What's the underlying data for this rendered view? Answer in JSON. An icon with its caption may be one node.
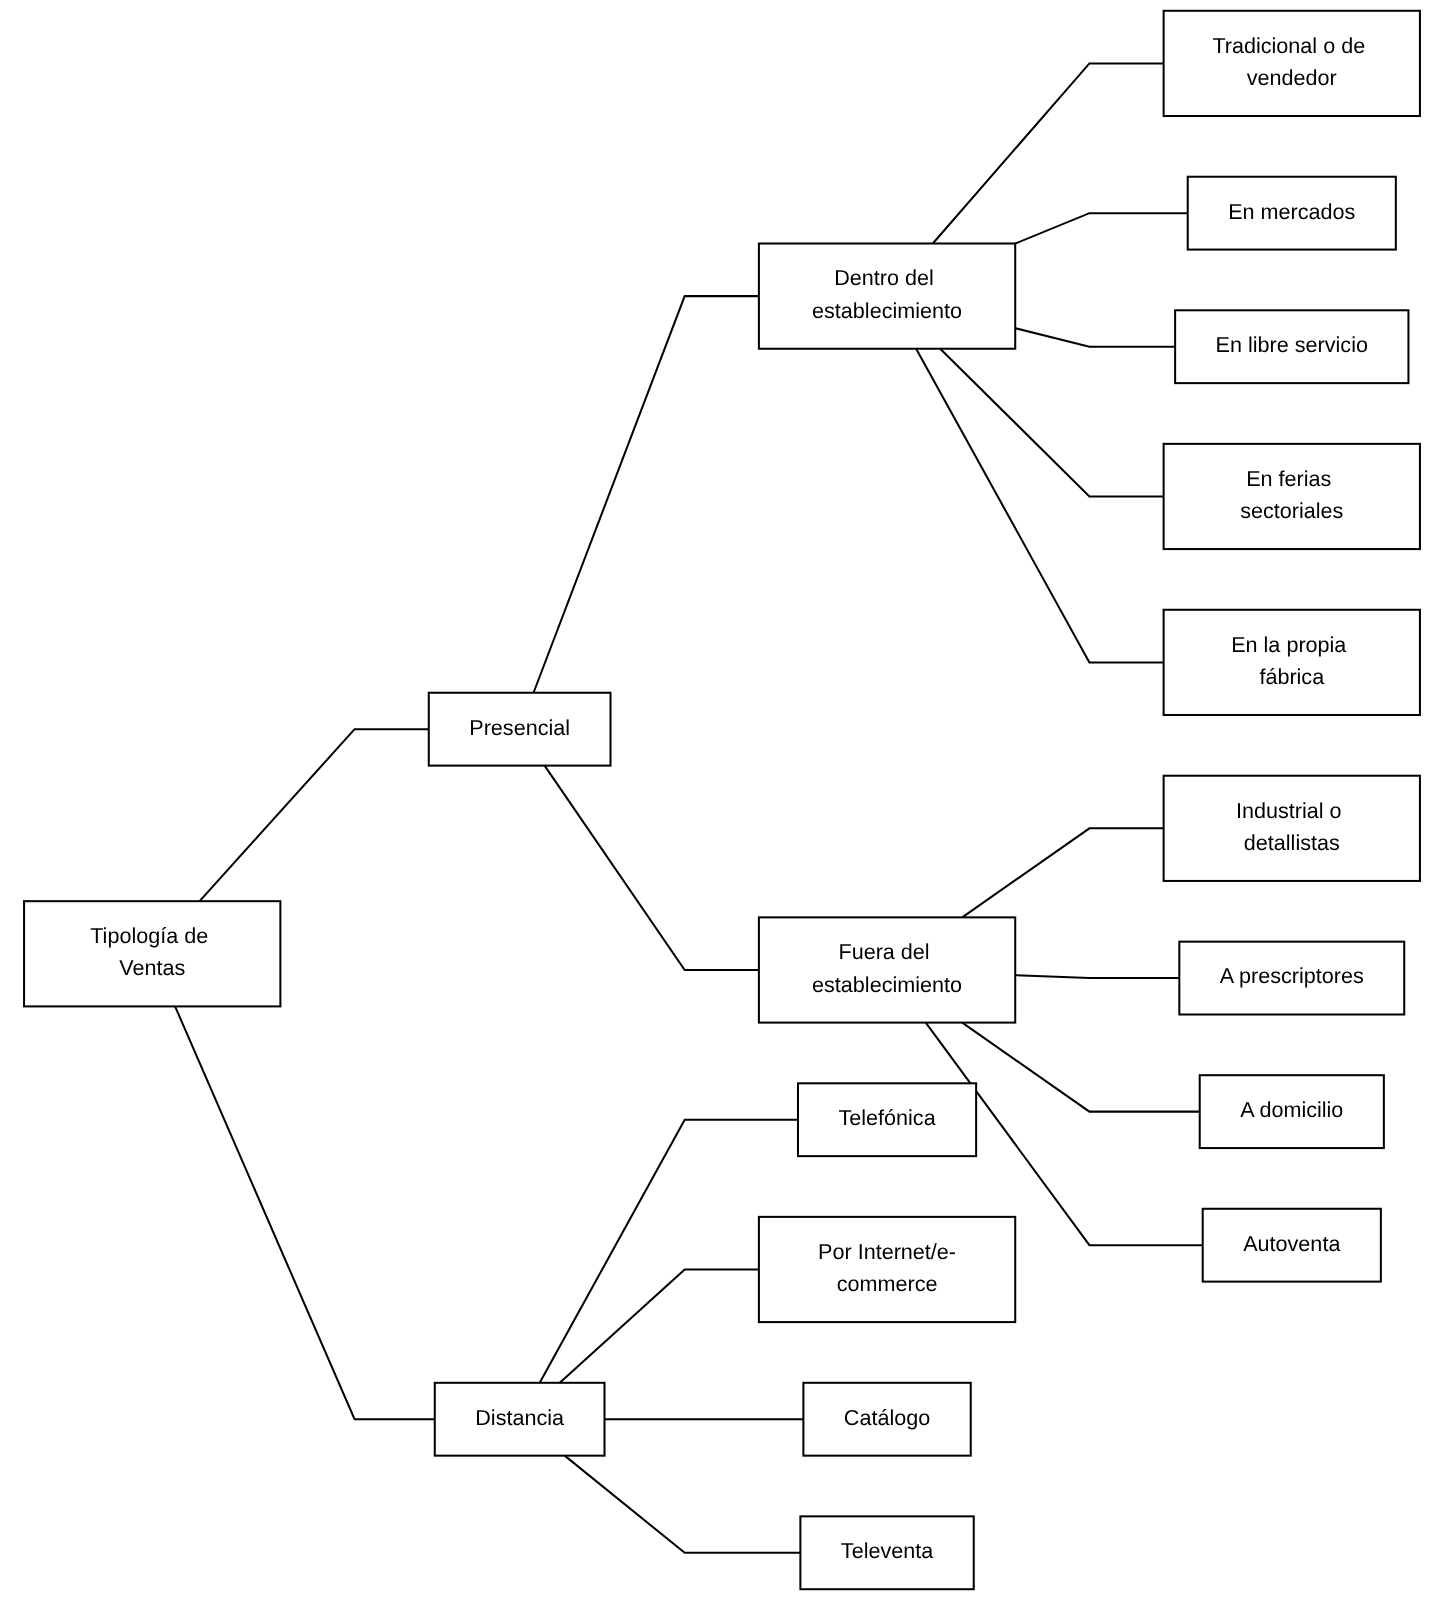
{
  "diagram": {
    "nodes": [
      {
        "text": [
          "Tipología de Ventas"
        ]
      },
      {
        "text": [
          "Presencial"
        ]
      },
      {
        "text": [
          "Distancia"
        ]
      },
      {
        "text": [
          "Dentro del establecimiento"
        ]
      },
      {
        "text": [
          "Fuera del establecimiento"
        ]
      },
      {
        "text": [
          "Tradicional o de vendedor"
        ]
      },
      {
        "text": [
          "En mercados"
        ]
      },
      {
        "text": [
          "En libre servicio"
        ]
      },
      {
        "text": [
          "En ferias sectoriales"
        ]
      },
      {
        "text": [
          "En la propia fábrica"
        ]
      },
      {
        "text": [
          "Industrial o detallistas"
        ]
      },
      {
        "text": [
          "A prescriptores"
        ]
      },
      {
        "text": [
          "A domicilio"
        ]
      },
      {
        "text": [
          "Autoventa"
        ]
      },
      {
        "text": [
          "Telefónica"
        ]
      },
      {
        "text": [
          "Por Internet/e-commerce"
        ]
      },
      {
        "text": [
          "Catálogo"
        ]
      },
      {
        "text": [
          "Televenta"
        ]
      }
    ],
    "edges": [
      {
        "from": 0,
        "to": 1,
        "arrow": "none"
      },
      {
        "from": 0,
        "to": 2,
        "arrow": "none"
      },
      {
        "from": 1,
        "to": 3,
        "arrow": "none"
      },
      {
        "from": 1,
        "to": 4,
        "arrow": "none"
      },
      {
        "from": 3,
        "to": 5,
        "arrow": "none"
      },
      {
        "from": 3,
        "to": 6,
        "arrow": "none"
      },
      {
        "from": 3,
        "to": 7,
        "arrow": "none"
      },
      {
        "from": 3,
        "to": 8,
        "arrow": "none"
      },
      {
        "from": 3,
        "to": 9,
        "arrow": "none"
      },
      {
        "from": 4,
        "to": 10,
        "arrow": "none"
      },
      {
        "from": 4,
        "to": 11,
        "arrow": "none"
      },
      {
        "from": 4,
        "to": 12,
        "arrow": "none"
      },
      {
        "from": 4,
        "to": 13,
        "arrow": "none"
      },
      {
        "from": 2,
        "to": 14,
        "arrow": "none"
      },
      {
        "from": 2,
        "to": 15,
        "arrow": "none"
      },
      {
        "from": 2,
        "to": 16,
        "arrow": "none"
      },
      {
        "from": 2,
        "to": 17,
        "arrow": "none"
      }
    ]
  }
}
